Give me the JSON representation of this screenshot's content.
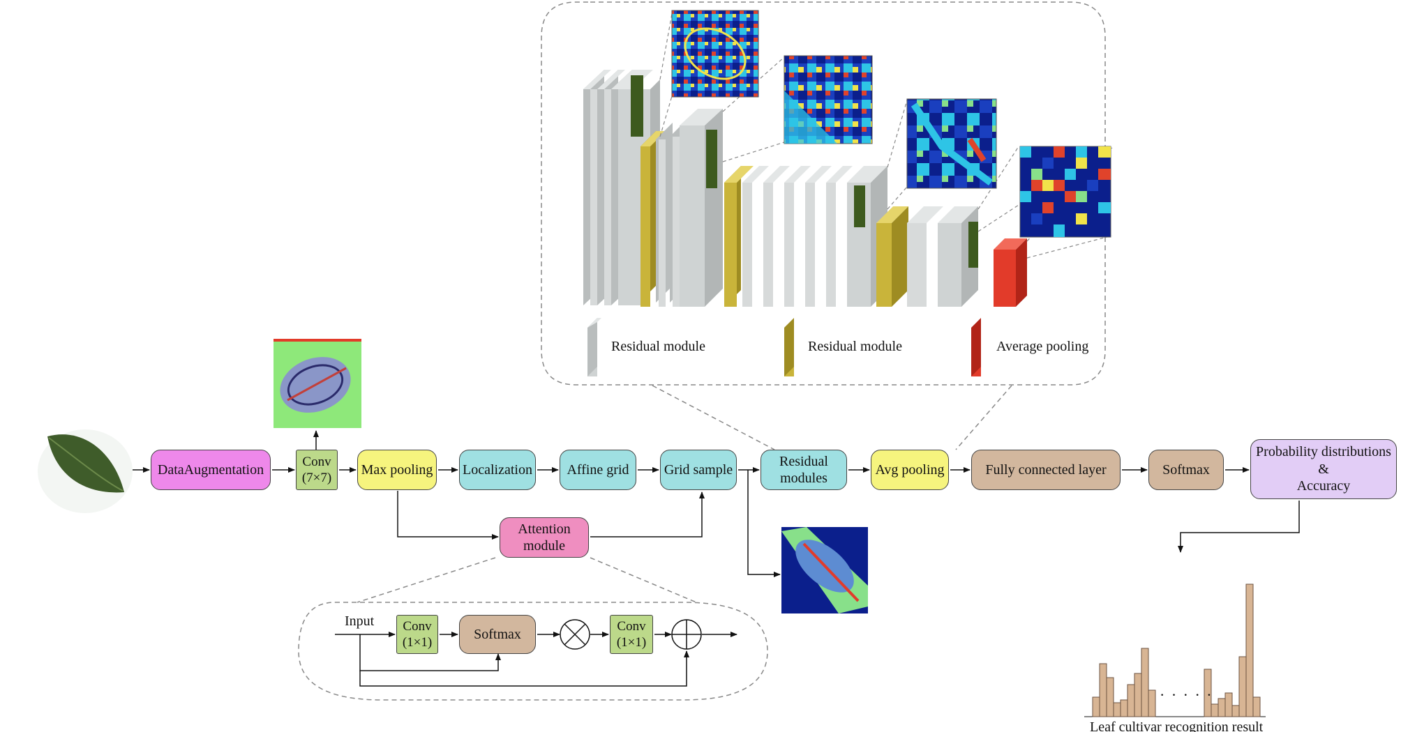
{
  "pipeline": {
    "data_augmentation": "DataAugmentation",
    "conv7": {
      "line1": "Conv",
      "line2": "(7×7)"
    },
    "max_pooling": "Max pooling",
    "localization": "Localization",
    "affine_grid": "Affine grid",
    "grid_sample": "Grid sample",
    "residual_modules": {
      "line1": "Residual",
      "line2": "modules"
    },
    "avg_pooling": "Avg pooling",
    "fully_connected": "Fully connected layer",
    "softmax": "Softmax",
    "probability": {
      "line1": "Probability distributions",
      "line2": "&",
      "line3": "Accuracy"
    }
  },
  "attention": {
    "module": {
      "line1": "Attention",
      "line2": "module"
    },
    "input": "Input",
    "conv1a": {
      "line1": "Conv",
      "line2": "(1×1)"
    },
    "softmax": "Softmax",
    "conv1b": {
      "line1": "Conv",
      "line2": "(1×1)"
    }
  },
  "legend": {
    "gray": "Residual module",
    "olive": "Residual module",
    "red": "Average pooling"
  },
  "result": {
    "dots": "· · · · ·",
    "caption": "Leaf cultivar recognition result"
  },
  "colors": {
    "data_augmentation": "#ee88ea",
    "conv": "#bcd98a",
    "pooling": "#f6f47e",
    "stn": "#9fe0e2",
    "fc_softmax": "#d2b79e",
    "probability": "#e2cdf6",
    "attention": "#ef8ec0",
    "residual_gray": "#cfd3d3",
    "residual_olive": "#c9b43a",
    "avg_pool_red": "#e23b2a",
    "histogram": "#d8b594"
  },
  "icons": [
    "leaf-image",
    "feature-map-image",
    "multiply-icon",
    "add-icon",
    "histogram-chart"
  ]
}
